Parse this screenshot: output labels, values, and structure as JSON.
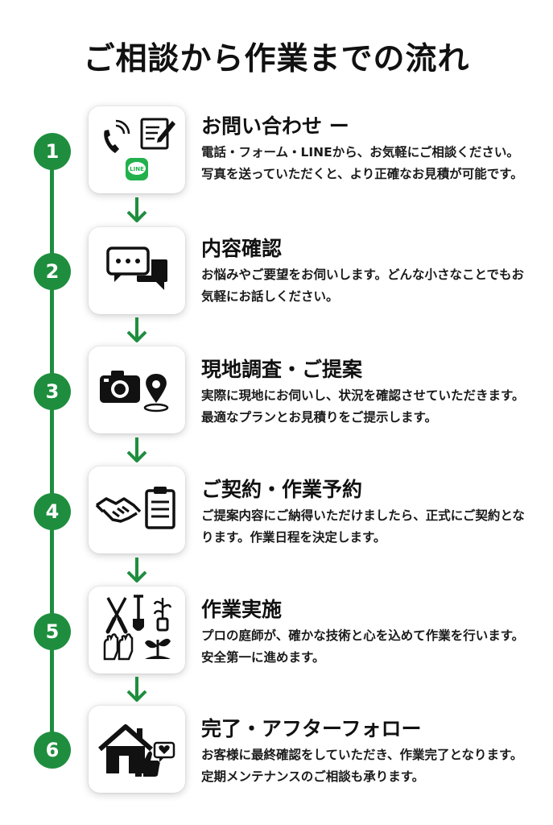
{
  "title": "ご相談から作業までの流れ",
  "colors": {
    "accent": "#1e8e3e",
    "line_badge": "#22b14c",
    "text": "#111111"
  },
  "steps": [
    {
      "number": "1",
      "title": "お問い合わせ ー",
      "desc": "電話・フォーム・LINEから、お気軽にご相談ください。写真を送っていただくと、より正確なお見積が可能です。",
      "icons": [
        "phone-icon",
        "form-edit-icon",
        "line-app-icon"
      ],
      "badge": "LINE"
    },
    {
      "number": "2",
      "title": "内容確認",
      "desc": "お悩みやご要望をお伺いします。どんな小さなことでもお気軽にお話しください。",
      "icons": [
        "chat-bubbles-icon"
      ]
    },
    {
      "number": "3",
      "title": "現地調査・ご提案",
      "desc": "実際に現地にお伺いし、状況を確認させていただきます。最適なプランとお見積りをご提示します。",
      "icons": [
        "camera-icon",
        "map-pin-icon"
      ]
    },
    {
      "number": "4",
      "title": "ご契約・作業予約",
      "desc": "ご提案内容にご納得いただけましたら、正式にご契約となります。作業日程を決定します。",
      "icons": [
        "handshake-icon",
        "clipboard-icon"
      ]
    },
    {
      "number": "5",
      "title": "作業実施",
      "desc": "プロの庭師が、確かな技術と心を込めて作業を行います。安全第一に進めます。",
      "icons": [
        "pruning-shears-icon",
        "shovel-icon",
        "plant-pot-icon",
        "gloves-icon",
        "sprout-icon"
      ]
    },
    {
      "number": "6",
      "title": "完了・アフターフォロー",
      "desc": "お客様に最終確認をしていただき、作業完了となります。定期メンテナンスのご相談も承ります。",
      "icons": [
        "house-icon",
        "thumbs-up-icon",
        "heart-message-icon"
      ]
    }
  ]
}
